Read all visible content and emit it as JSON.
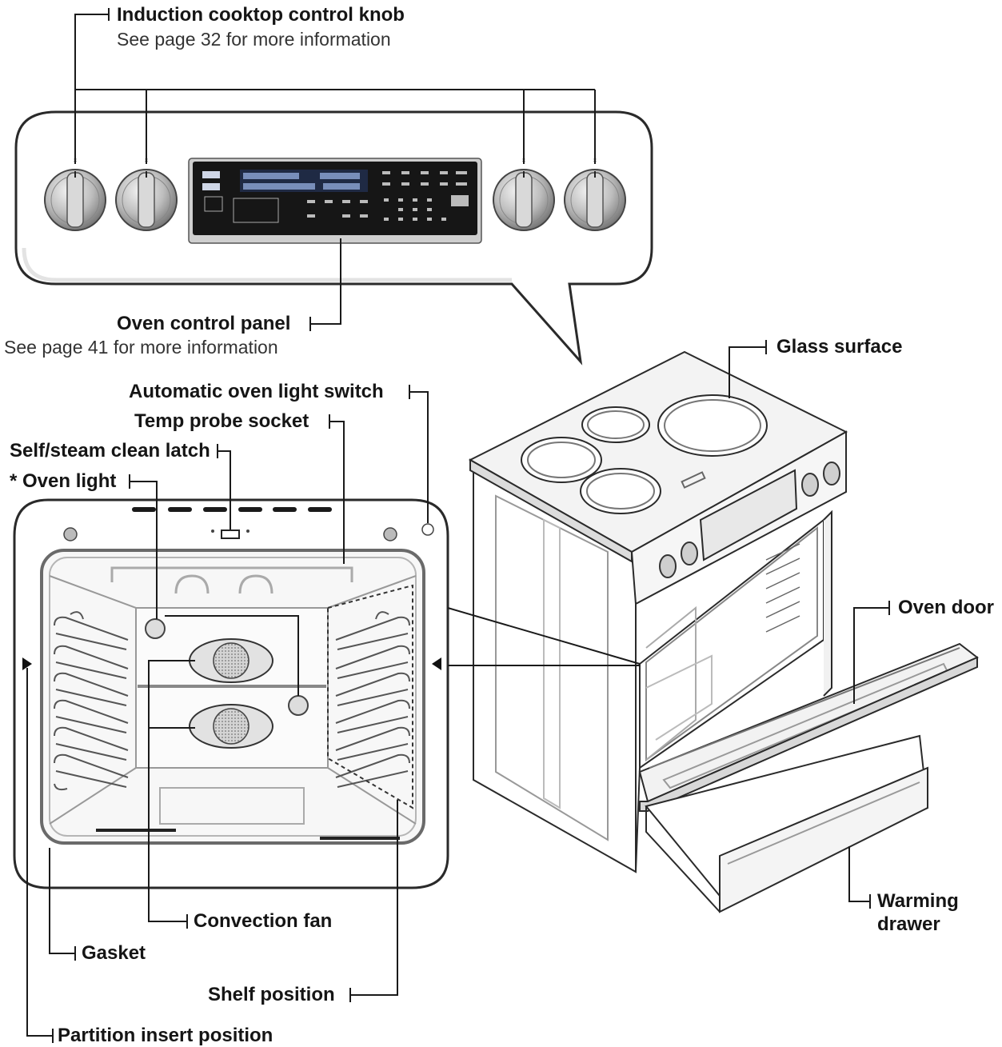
{
  "labels": {
    "induction_knob": "Induction cooktop control knob",
    "induction_knob_note": "See page 32 for more information",
    "oven_control_panel": "Oven control panel",
    "oven_control_panel_note": "See page 41 for more information",
    "glass_surface": "Glass surface",
    "auto_light_switch": "Automatic oven light switch",
    "temp_probe_socket": "Temp probe socket",
    "clean_latch": "Self/steam clean latch",
    "oven_light": "* Oven light",
    "oven_door": "Oven door",
    "warming_drawer_line1": "Warming",
    "warming_drawer_line2": "drawer",
    "convection_fan": "Convection fan",
    "gasket": "Gasket",
    "shelf_position": "Shelf position",
    "partition_insert": "Partition insert position"
  },
  "colors": {
    "line": "#1a1a1a",
    "panel_border": "#2a2a2a",
    "display": "#161616",
    "display_text": "#8fa7d8",
    "knob": "#9a9a9a"
  }
}
